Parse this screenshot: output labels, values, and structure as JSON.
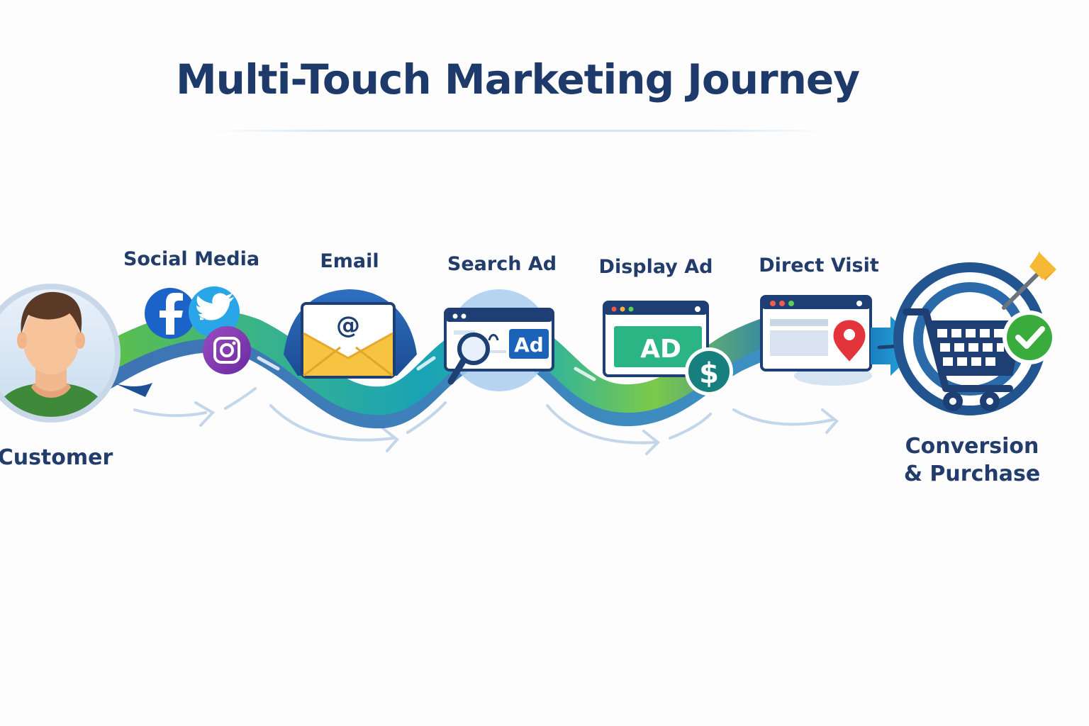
{
  "title": "Multi-Touch Marketing Journey",
  "customer": {
    "label": "Customer"
  },
  "touchpoints": [
    {
      "label": "Social Media",
      "icons": [
        "facebook-icon",
        "twitter-icon",
        "instagram-icon"
      ]
    },
    {
      "label": "Email",
      "icons": [
        "envelope-icon",
        "at-sign-icon"
      ]
    },
    {
      "label": "Search Ad",
      "badge": "Ad",
      "icons": [
        "browser-window-icon",
        "magnifier-icon"
      ]
    },
    {
      "label": "Display Ad",
      "badge": "AD",
      "icons": [
        "browser-window-icon",
        "dollar-icon"
      ]
    },
    {
      "label": "Direct Visit",
      "icons": [
        "browser-window-icon",
        "location-pin-icon"
      ]
    }
  ],
  "conversion": {
    "label_line1": "Conversion",
    "label_line2": "& Purchase",
    "icons": [
      "shopping-cart-icon",
      "checkmark-icon",
      "target-arrow-icon"
    ]
  },
  "symbols": {
    "at": "@",
    "dollar": "$"
  },
  "colors": {
    "title": "#1e3a6a",
    "path_green": "#5cbf4a",
    "path_teal": "#1aa3b6",
    "path_blue": "#1f72c4",
    "navy": "#1d3f73",
    "facebook": "#1b63c8",
    "twitter": "#2aa5e8",
    "instagram": "#8a3fb5",
    "envelope": "#f6c440",
    "ad_blue": "#1a63b8",
    "ad_green": "#2bb585",
    "pin_red": "#e2343a",
    "check_green": "#3aac3d",
    "arrow_gold": "#f2a92a"
  }
}
